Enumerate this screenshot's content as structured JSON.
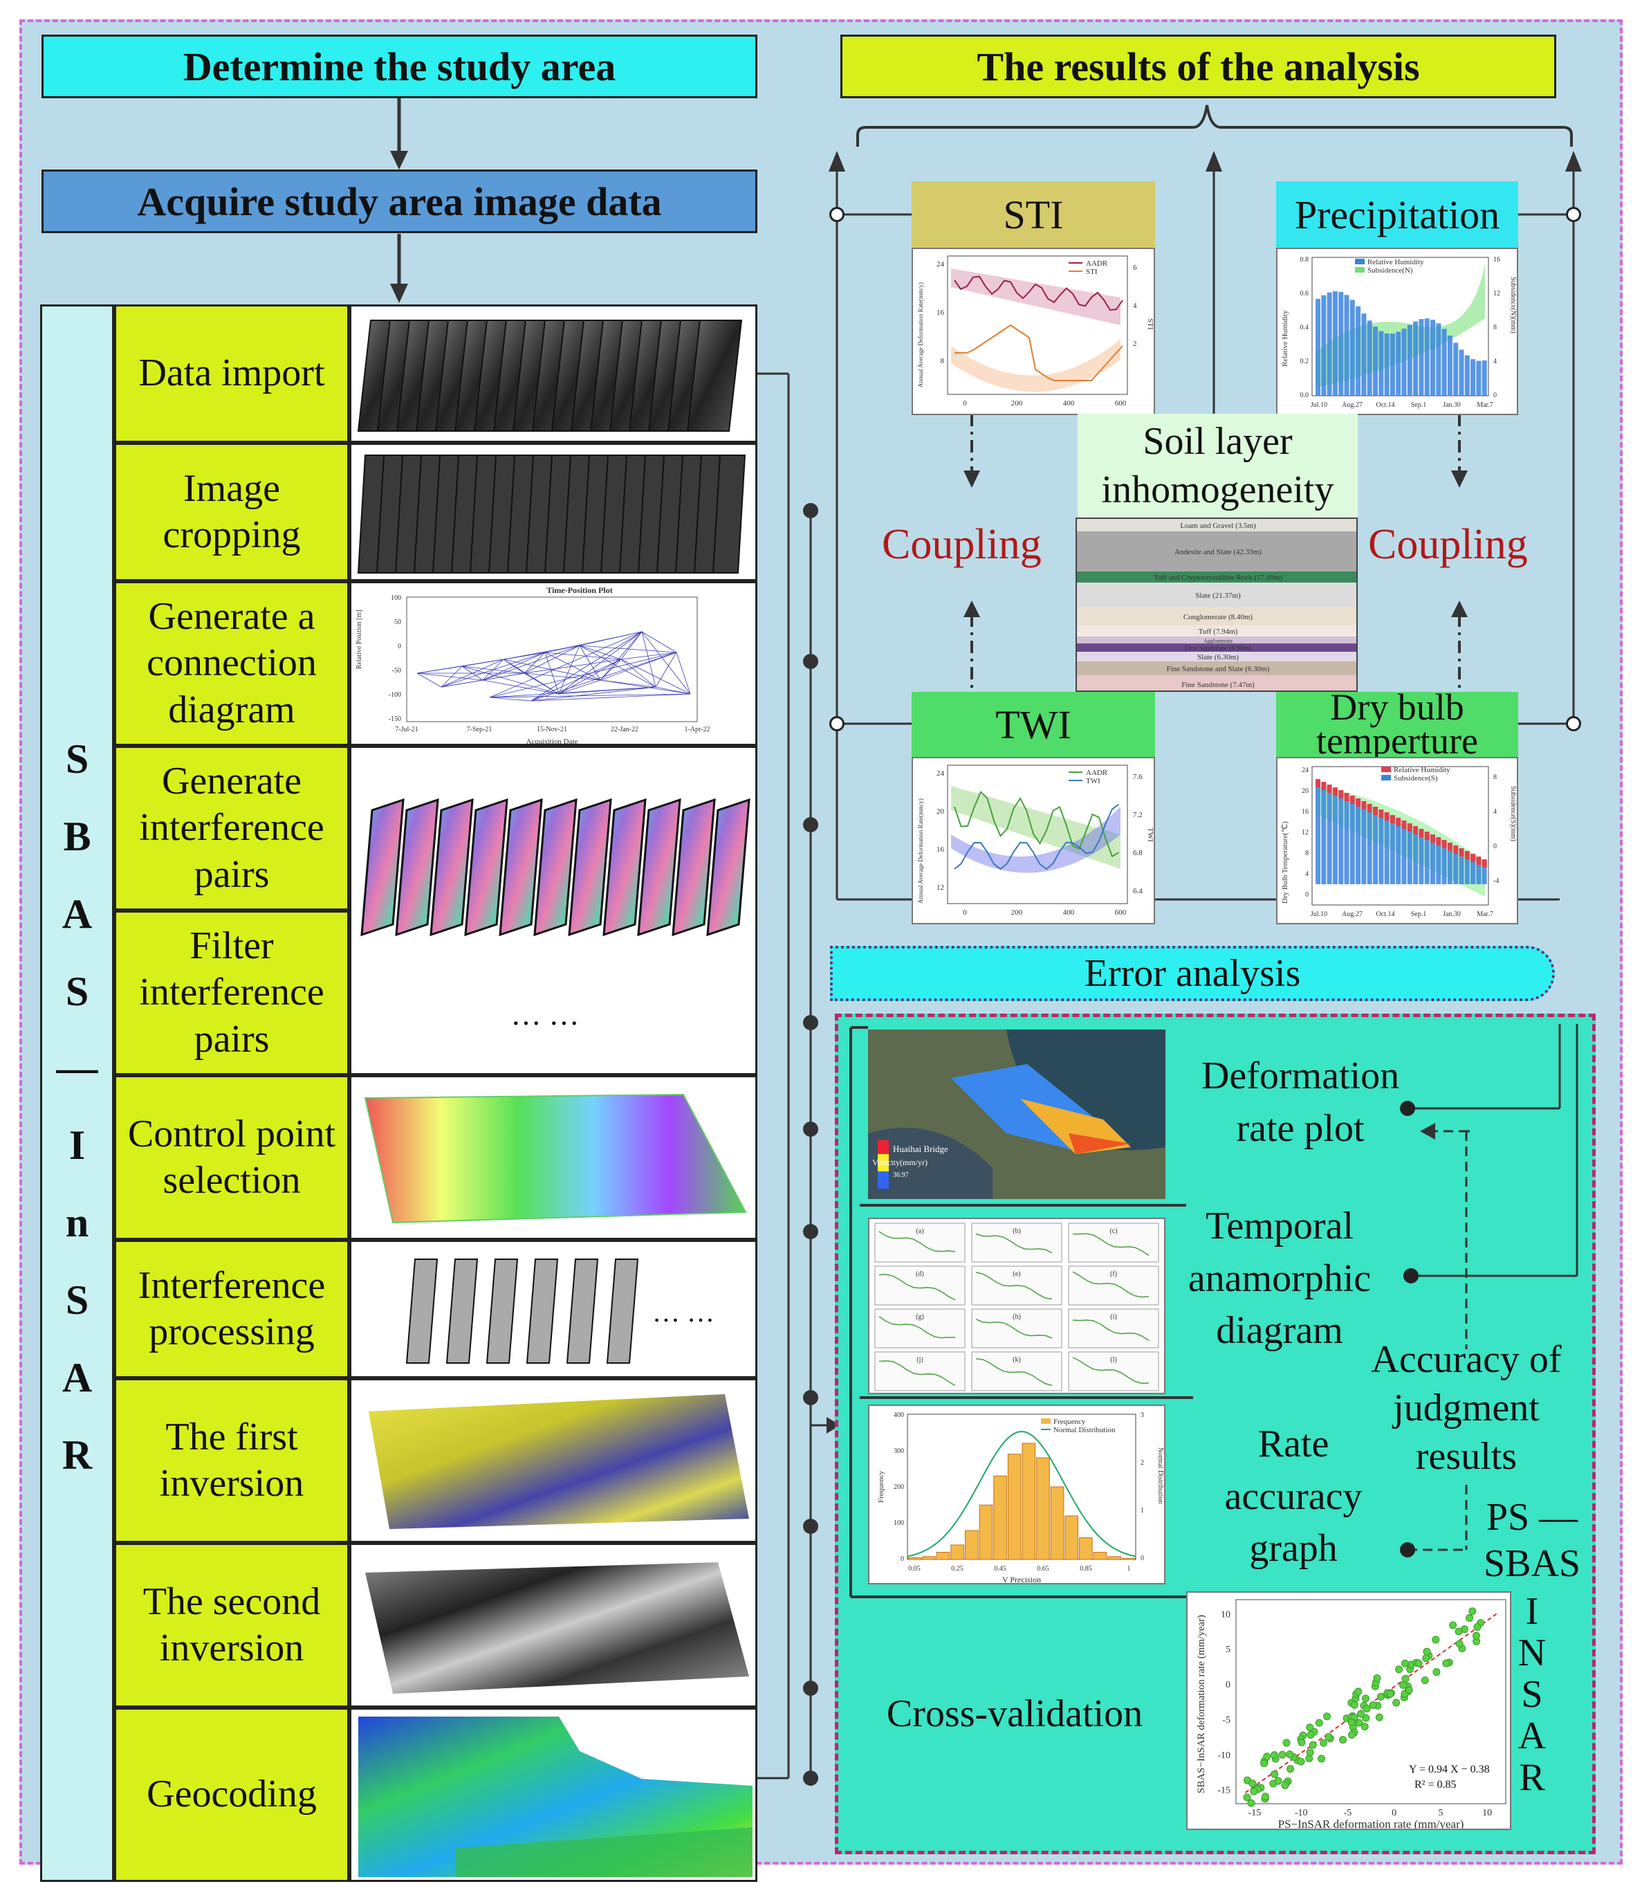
{
  "headers": {
    "study_area": "Determine the study area",
    "acquire": "Acquire study area image data",
    "results": "The results of the analysis",
    "error": "Error analysis"
  },
  "sbas_letters": [
    "S",
    "B",
    "A",
    "S",
    "—",
    "I",
    "n",
    "S",
    "A",
    "R"
  ],
  "steps": [
    "Data import",
    "Image cropping",
    "Generate a connection diagram",
    "Generate interference pairs",
    "Filter interference pairs",
    "Control point selection",
    "Interference processing",
    "The first inversion",
    "The second inversion",
    "Geocoding"
  ],
  "ellipsis": "… …",
  "connection_plot": {
    "title": "Time-Position Plot",
    "ylabel": "Relative Position [m]",
    "xlabel": "Acquisition Date",
    "xticks": [
      "7-Jul-21",
      "7-Sep-21",
      "15-Nov-21",
      "22-Jan-22",
      "1-Apr-22"
    ],
    "yticks": [
      "100",
      "50",
      "0",
      "-50",
      "-100",
      "-150"
    ]
  },
  "factors": {
    "sti": "STI",
    "precip": "Precipitation",
    "soil": "Soil layer inhomogeneity",
    "twi": "TWI",
    "dry": "Dry bulb temperture",
    "coupling": "Coupling"
  },
  "sti_chart": {
    "legend": [
      "AADR",
      "STI"
    ],
    "ylabel": "Annual Average Deformation Rate(mm/y)",
    "y2label": "STI",
    "xticks": [
      "0",
      "200",
      "400",
      "600"
    ],
    "yticks": [
      "24",
      "16",
      "8"
    ],
    "y2ticks": [
      "6",
      "4",
      "2"
    ]
  },
  "precip_chart": {
    "legend": [
      "Relative Humidity",
      "Subsidence(N)"
    ],
    "ylabel": "Relative Humidity",
    "y2label": "Subsidence(N)(mm)",
    "xticks": [
      "Jul.10",
      "Aug.27",
      "Oct.14",
      "Sep.1",
      "Jan.30",
      "Mar.7"
    ],
    "yticks": [
      "0.8",
      "0.6",
      "0.4",
      "0.2",
      "0.0"
    ],
    "y2ticks": [
      "16",
      "12",
      "8",
      "4",
      "0"
    ]
  },
  "soil_layers": [
    "Loam and Gravel (3.5m)",
    "Andesite and Slate (42.33m)",
    "Tuff and Cryptocrystalline Rock (17.09m)",
    "Slate (21.37m)",
    "Conglomerate (8.40m)",
    "Tuff (7.94m)",
    "Agglomerate",
    "Fine Sandstone (8.90m)",
    "Slate (6.30m)",
    "Fine Sandstone and Slate (6.30m)",
    "Fine Sandstone (7.47m)"
  ],
  "twi_chart": {
    "legend": [
      "AADR",
      "TWI"
    ],
    "ylabel": "Annual Average Deformation Rate(mm/y)",
    "y2label": "TWI",
    "xticks": [
      "0",
      "200",
      "400",
      "600"
    ],
    "yticks": [
      "24",
      "20",
      "16",
      "12"
    ],
    "y2ticks": [
      "7.6",
      "7.2",
      "6.8",
      "6.4"
    ]
  },
  "dry_chart": {
    "legend": [
      "Relative Humidity",
      "Subsidence(S)"
    ],
    "ylabel": "Dry Bulb Temperature(℃)",
    "y2label": "Subsidence(S)(mm)",
    "xticks": [
      "Jul.10",
      "Aug.27",
      "Oct.14",
      "Sep.1",
      "Jan.30",
      "Mar.7"
    ],
    "yticks": [
      "24",
      "20",
      "16",
      "12",
      "8",
      "4",
      "0"
    ],
    "y2ticks": [
      "8",
      "4",
      "0",
      "-4"
    ]
  },
  "error_items": {
    "deformation": "Deformation rate plot",
    "temporal": "Temporal anamorphic diagram",
    "rate_accuracy": "Rate accuracy graph",
    "accuracy_judgment": "Accuracy of judgment results",
    "cross_validation": "Cross-validation",
    "ps_sbas": "PS — SBAS",
    "insar_letters": [
      "I",
      "N",
      "S",
      "A",
      "R"
    ]
  },
  "map_panel": {
    "label": "Huaihai Bridge",
    "legend_title": "Velocity(mm/yr)",
    "legend_max": "36.97"
  },
  "temporal_panel": {
    "labels": [
      "(a)",
      "(b)",
      "(c)",
      "(d)",
      "(e)",
      "(f)",
      "(g)",
      "(h)",
      "(i)",
      "(j)",
      "(k)",
      "(l)"
    ]
  },
  "hist_chart": {
    "legend": [
      "Frequency",
      "Normal Distribution"
    ],
    "xlabel": "V Precision",
    "ylabel": "Frequency",
    "y2label": "Normal Distribution",
    "xticks": [
      "0.05",
      "0.25",
      "0.45",
      "0.65",
      "0.85",
      "1"
    ],
    "yticks": [
      "400",
      "300",
      "200",
      "100",
      "0"
    ],
    "y2ticks": [
      "3",
      "2",
      "1",
      "0"
    ]
  },
  "scatter_chart": {
    "xlabel": "PS−InSAR deformation rate (mm/year)",
    "ylabel": "SBAS−InSAR deformation rate (mm/year)",
    "xticks": [
      "-15",
      "-10",
      "-5",
      "0",
      "5",
      "10"
    ],
    "yticks": [
      "10",
      "5",
      "0",
      "-5",
      "-10",
      "-15"
    ],
    "equation": "Y = 0.94 X − 0.38",
    "r2": "R² = 0.85"
  },
  "colors": {
    "frame_bg": "#bcdbe8",
    "cyan": "#2ef0f0",
    "blue_header": "#5a9ad6",
    "lime": "#d7f01a",
    "sti_bg": "#d6cb6a",
    "precip_bg": "#34e6f0",
    "soil_bg": "#ddfbdc",
    "green_factor": "#4fdc68",
    "error_bg": "#3ae4c4",
    "coupling": "#b01818"
  }
}
